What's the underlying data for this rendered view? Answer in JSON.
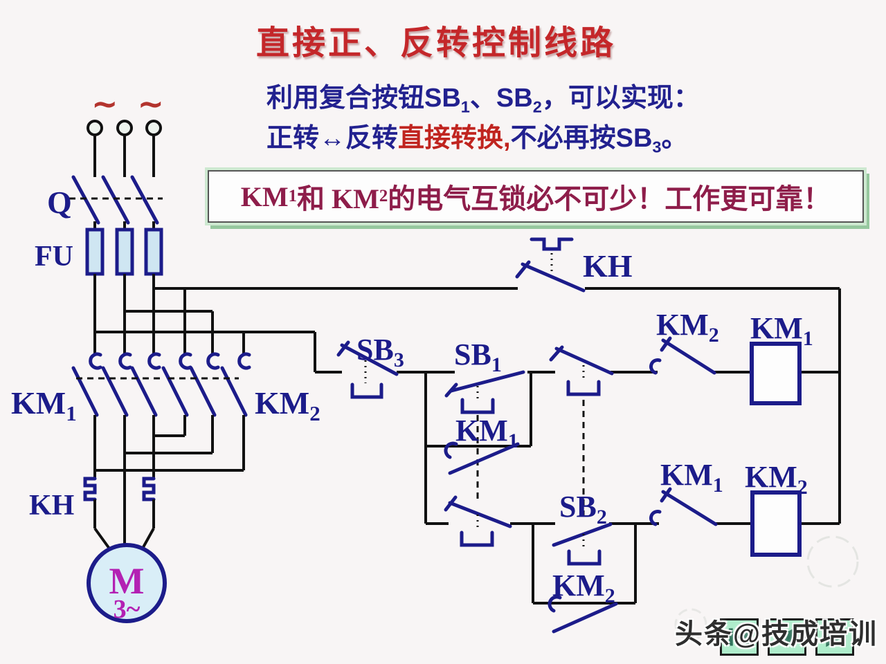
{
  "title": "直接正、反转控制线路",
  "subtitle1": {
    "t1": "利用复合按钮SB",
    "s1": "1",
    "t2": "、SB",
    "s2": "2",
    "t3": "，可以实现："
  },
  "subtitle2": {
    "t1": "正转",
    "arrow": "↔",
    "t2": "反转",
    "red": "直接转换,",
    "t3": "不必再按SB",
    "s3": "3",
    "t4": "。"
  },
  "warning": {
    "t1": "KM",
    "s1": "1",
    "t2": "和 KM",
    "s2": "2",
    "t3": "的电气互锁必不可少！工作更可靠！"
  },
  "labels": {
    "tildes": "~ ~",
    "q": "Q",
    "fu": "FU",
    "km1_main": {
      "b": "KM",
      "s": "1"
    },
    "km2_main": {
      "b": "KM",
      "s": "2"
    },
    "kh_heater": "KH",
    "kh_contact": "KH",
    "motor_m": "M",
    "motor_3": "3~",
    "sb3": {
      "b": "SB",
      "s": "3"
    },
    "sb1": {
      "b": "SB",
      "s": "1"
    },
    "sb2": {
      "b": "SB",
      "s": "2"
    },
    "km1_selfhold": {
      "b": "KM",
      "s": "1"
    },
    "km2_selfhold": {
      "b": "KM",
      "s": "2"
    },
    "km2_interlock": {
      "b": "KM",
      "s": "2"
    },
    "km1_interlock": {
      "b": "KM",
      "s": "1"
    },
    "km1_coil": {
      "b": "KM",
      "s": "1"
    },
    "km2_coil": {
      "b": "KM",
      "s": "2"
    }
  },
  "watermark": {
    "text": "头条@技成培训",
    "buttons": [
      "nav-first-icon",
      "nav-back-icon",
      "nav-forward-icon"
    ]
  },
  "colors": {
    "title_red": "#c4272a",
    "text_navy": "#22218f",
    "inline_red": "#c0241f",
    "warning_crimson": "#8e1d4a",
    "wire_black": "#111111",
    "component_navy": "#1c1c8a",
    "fuse_fill": "#cfe6f2",
    "motor_fill": "#d9eef7",
    "motor_text": "#b321b3",
    "button_green": "#aeeccb",
    "arrow_green": "#256b52"
  }
}
